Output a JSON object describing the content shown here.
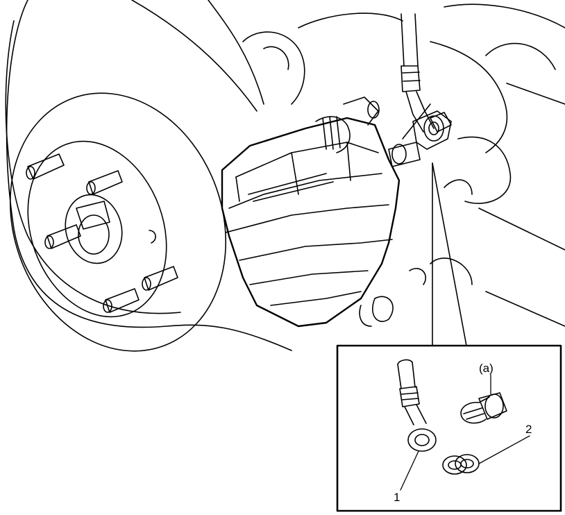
{
  "labels": {
    "union_bolt": "(a)",
    "gasket": "2",
    "brake_hose": "1"
  },
  "colors": {
    "line": "#000000",
    "background": "#ffffff"
  }
}
